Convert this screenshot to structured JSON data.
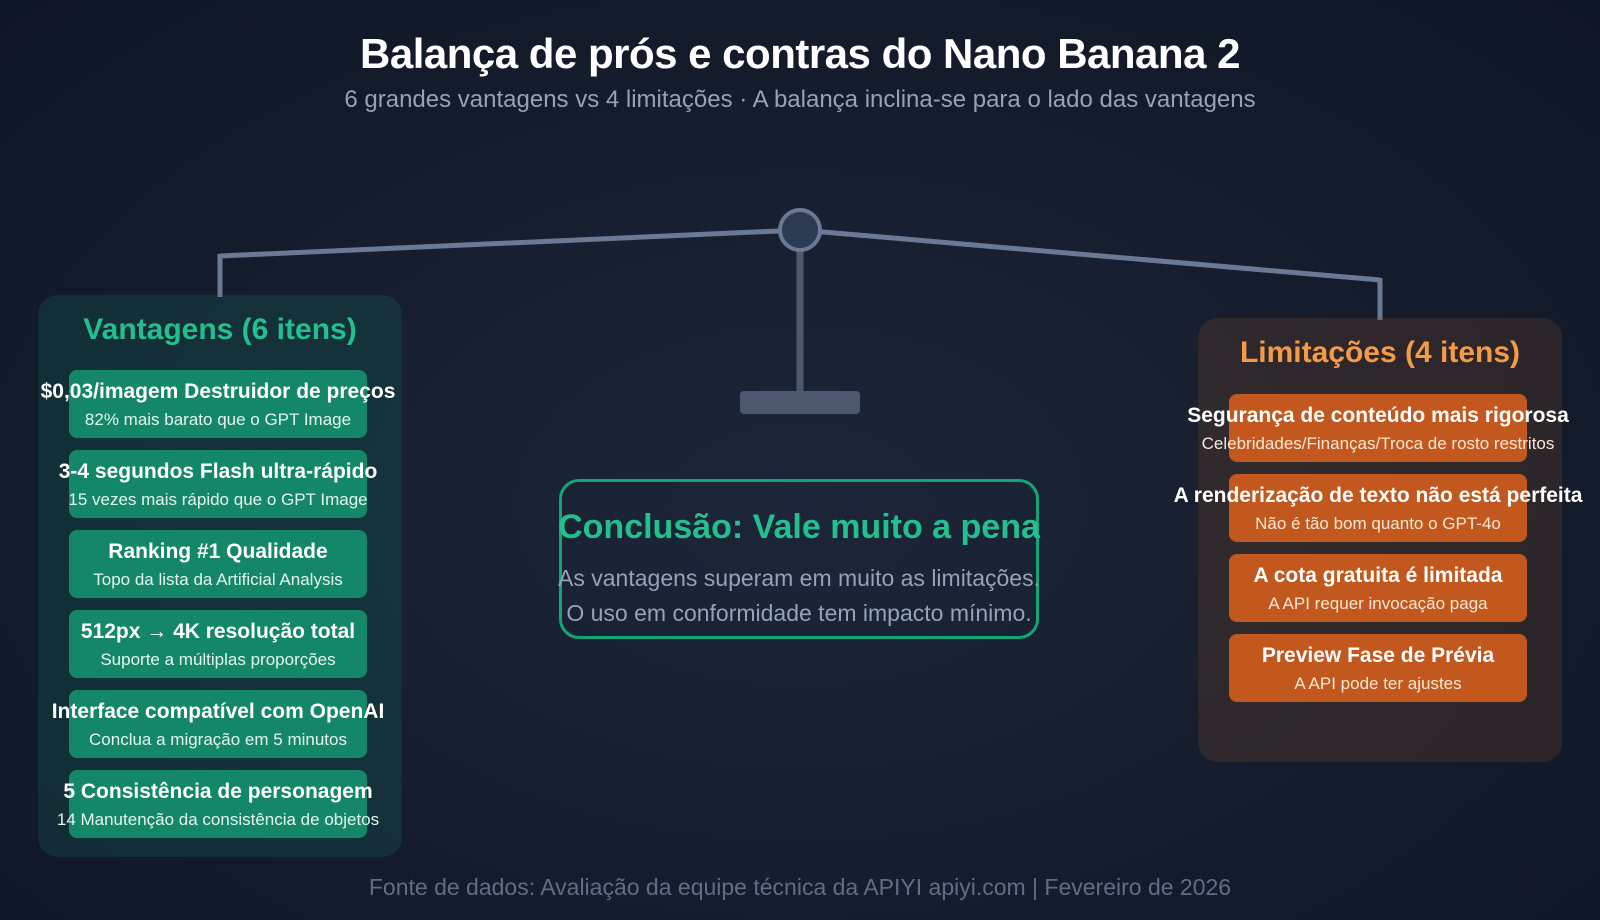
{
  "header": {
    "title": "Balança de prós e contras do Nano Banana 2",
    "subtitle": "6 grandes vantagens vs 4 limitações · A balança inclina-se para o lado das vantagens"
  },
  "pros": {
    "title": "Vantagens (6 itens)",
    "items": [
      {
        "title": "$0,03/imagem Destruidor de preços",
        "sub": "82% mais barato que o GPT Image"
      },
      {
        "title": "3-4 segundos Flash ultra-rápido",
        "sub": "15 vezes mais rápido que o GPT Image"
      },
      {
        "title": "Ranking #1 Qualidade",
        "sub": "Topo da lista da Artificial Analysis"
      },
      {
        "title": "512px → 4K resolução total",
        "sub": "Suporte a múltiplas proporções"
      },
      {
        "title": "Interface compatível com OpenAI",
        "sub": "Conclua a migração em 5 minutos"
      },
      {
        "title": "5 Consistência de personagem",
        "sub": "14 Manutenção da consistência de objetos"
      }
    ]
  },
  "cons": {
    "title": "Limitações (4 itens)",
    "items": [
      {
        "title": "Segurança de conteúdo mais rigorosa",
        "sub": "Celebridades/Finanças/Troca de rosto restritos"
      },
      {
        "title": "A renderização de texto não está perfeita",
        "sub": "Não é tão bom quanto o GPT-4o"
      },
      {
        "title": "A cota gratuita é limitada",
        "sub": "A API requer invocação paga"
      },
      {
        "title": "Preview Fase de Prévia",
        "sub": "A API pode ter ajustes"
      }
    ]
  },
  "conclusion": {
    "title": "Conclusão: Vale muito a pena",
    "line1": "As vantagens superam em muito as limitações.",
    "line2": "O uso em conformidade tem impacto mínimo."
  },
  "footer": "Fonte de dados: Avaliação da equipe técnica da APIYI apiyi.com | Fevereiro de 2026",
  "colors": {
    "pros_accent": "#22c08e",
    "pros_card": "#138767",
    "cons_accent": "#f59a45",
    "cons_card": "#c2581e",
    "beam": "#6b7a94"
  }
}
